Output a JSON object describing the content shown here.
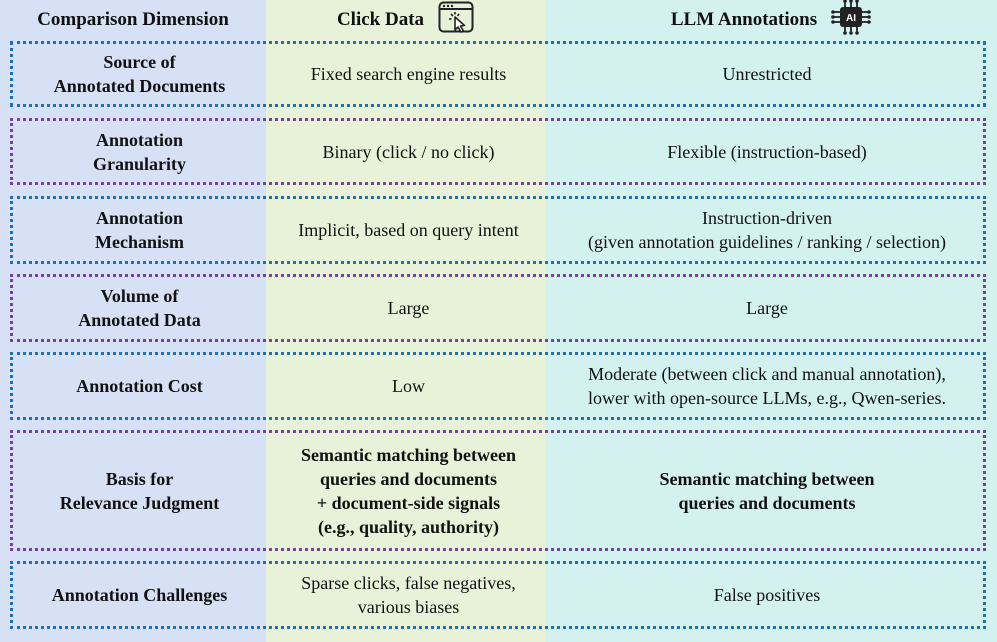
{
  "header": {
    "dimension": "Comparison Dimension",
    "click_data": "Click Data",
    "llm_annotations": "LLM Annotations",
    "llm_icon_label": "AI"
  },
  "rows": [
    {
      "dimension": "Source of\nAnnotated Documents",
      "click": "Fixed search engine results",
      "llm": "Unrestricted"
    },
    {
      "dimension": "Annotation\nGranularity",
      "click": "Binary (click / no click)",
      "llm": "Flexible (instruction-based)"
    },
    {
      "dimension": "Annotation\nMechanism",
      "click": "Implicit, based on query intent",
      "llm": "Instruction-driven\n(given annotation guidelines / ranking / selection)"
    },
    {
      "dimension": "Volume of\nAnnotated Data",
      "click": "Large",
      "llm": "Large"
    },
    {
      "dimension": "Annotation Cost",
      "click": "Low",
      "llm": "Moderate (between click and manual annotation),\nlower with open-source LLMs, e.g., Qwen-series."
    },
    {
      "dimension": "Basis for\nRelevance Judgment",
      "click": "Semantic matching between\nqueries and documents\n+ document-side signals\n(e.g., quality, authority)",
      "llm": "Semantic matching between\nqueries and documents"
    },
    {
      "dimension": "Annotation Challenges",
      "click": "Sparse clicks, false negatives,\nvarious biases",
      "llm": "False positives"
    }
  ],
  "colors": {
    "dimension_column": "#d6e1f5",
    "click_column": "#e7f2d8",
    "llm_column": "#d3f1ef",
    "blue_border": "#1f6fb3",
    "purple_border": "#7a3fa3"
  }
}
